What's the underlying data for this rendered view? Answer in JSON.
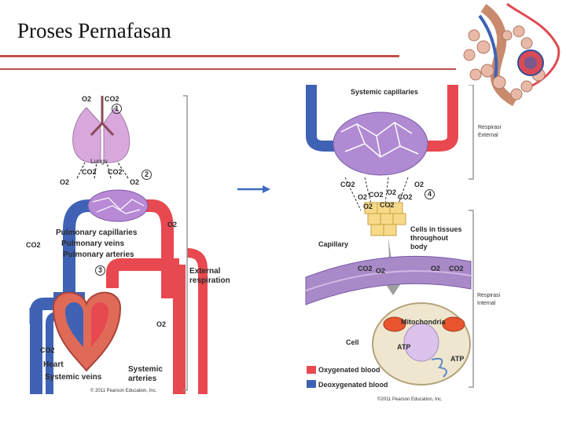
{
  "page": {
    "title": "Proses Pernafasan"
  },
  "colors": {
    "accent_rule": "#c0504d",
    "oxygenated": "#e8484f",
    "deoxygenated": "#3f62b4",
    "arrow": "#3d6cc0"
  },
  "left_diagram": {
    "gases_top": [
      "O2",
      "CO2"
    ],
    "step1": "1",
    "lungs": "Lungs",
    "step2": "2",
    "co2_a": "CO2",
    "co2_b": "CO2",
    "o2_a": "O2",
    "o2_b": "O2",
    "pulmonary_capillaries": "Pulmonary capillaries",
    "pulmonary_veins": "Pulmonary veins",
    "pulmonary_arteries": "Pulmonary arteries",
    "o2_right": "O2",
    "co2_left": "CO2",
    "step3": "3",
    "external_respiration": "External respiration",
    "co2_lower": "CO2",
    "o2_lower": "O2",
    "heart": "Heart",
    "systemic_veins": "Systemic veins",
    "systemic_arteries": "Systemic arteries",
    "copyright": "© 2011 Pearson Education, Inc."
  },
  "right_diagram": {
    "systemic_capillaries": "Systemic capillaries",
    "respirasi_external": "Respirasi External",
    "step4": "4",
    "gas_labels": [
      "CO2",
      "O2",
      "CO2",
      "O2",
      "CO2",
      "O2",
      "CO2",
      "O2"
    ],
    "cells_in_tissues": "Cells in tissues throughout body",
    "capillary": "Capillary",
    "membrane_gases": [
      "CO2",
      "O2",
      "O2",
      "CO2"
    ],
    "respirasi_internal": "Respirasi Internal",
    "mitochondria": "Mitochondria",
    "cell": "Cell",
    "atp_a": "ATP",
    "atp_b": "ATP",
    "legend_oxygenated": "Oxygenated blood",
    "legend_deoxygenated": "Deoxygenated blood",
    "copyright": "©2011 Pearson Education, Inc."
  }
}
